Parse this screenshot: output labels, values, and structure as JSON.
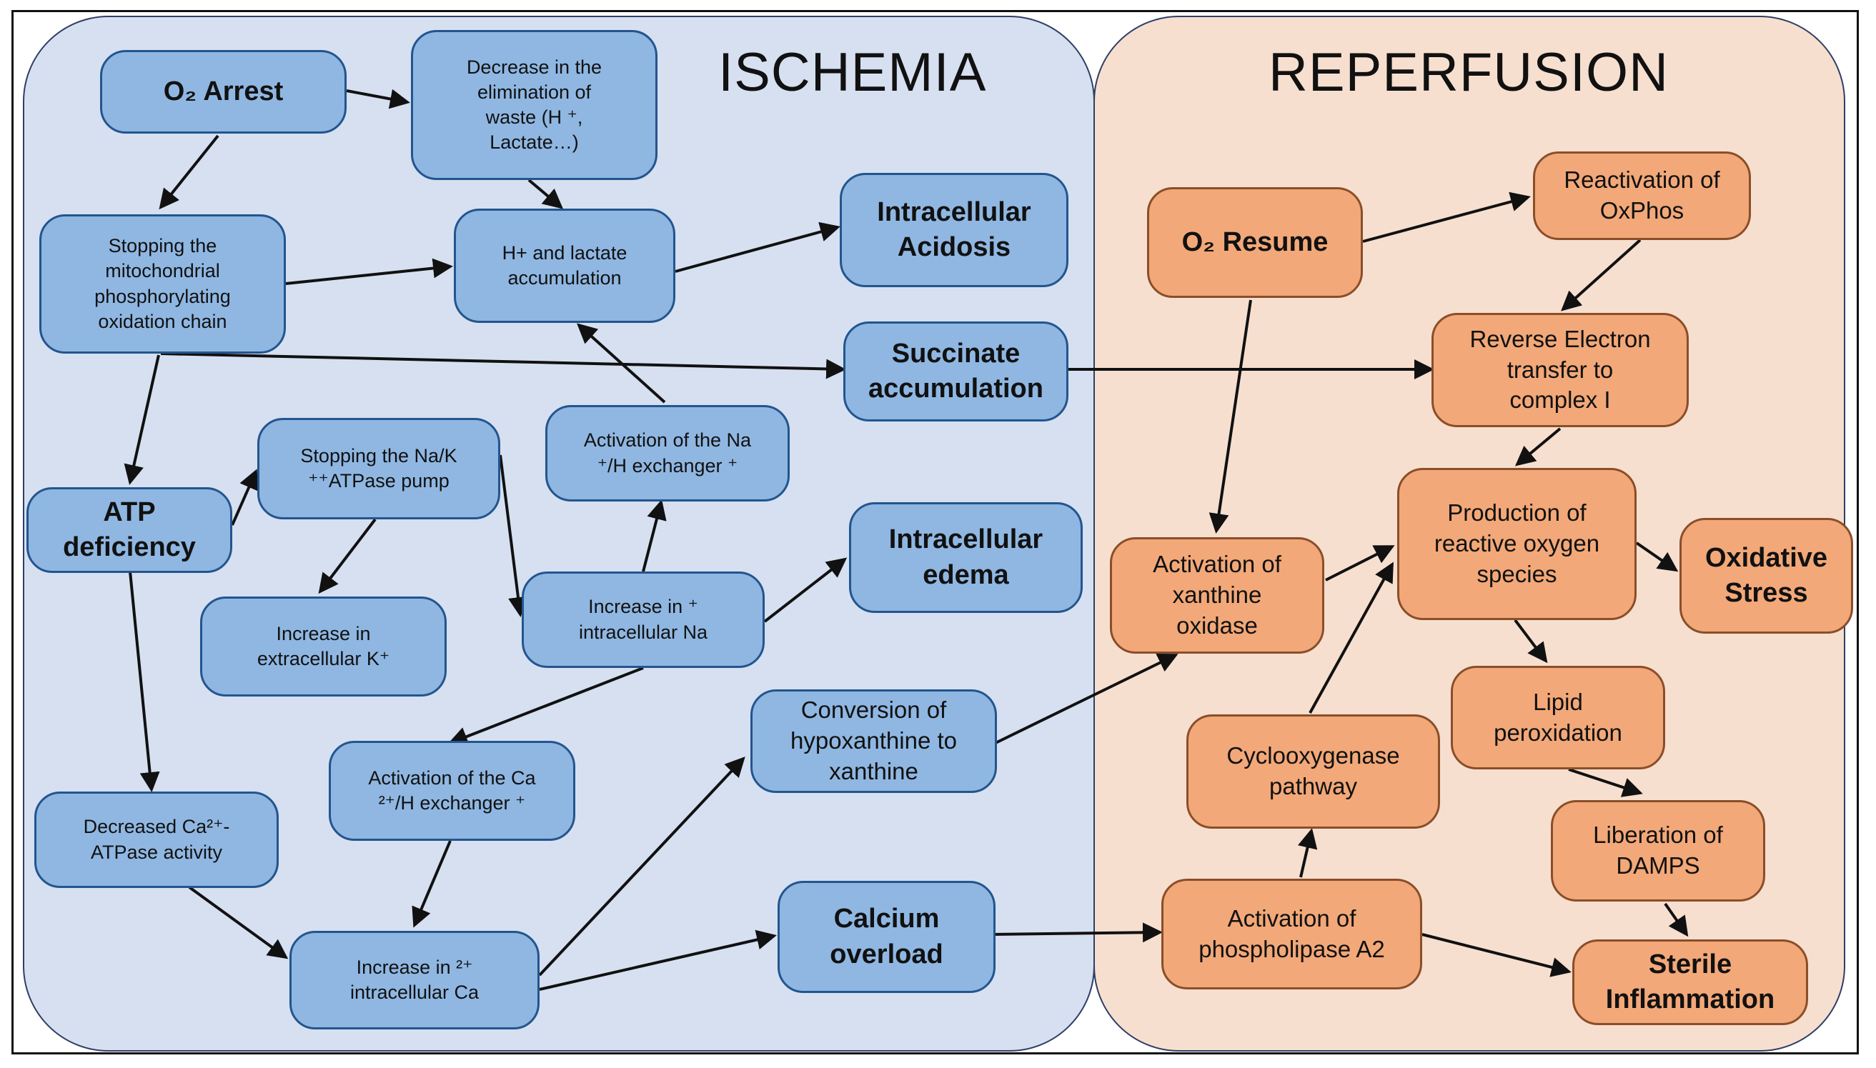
{
  "regions": {
    "ischemia": "ISCHEMIA",
    "reperfusion": "REPERFUSION"
  },
  "nodes": {
    "o2_arrest": "O₂ Arrest",
    "decrease_elimination": "Decrease in the\nelimination of\nwaste (H ⁺,\nLactate…)",
    "stopping_mito": "Stopping the\nmitochondrial\nphosphorylating\noxidation chain",
    "h_lactate": "H+ and lactate\naccumulation",
    "intracellular_acidosis": "Intracellular\nAcidosis",
    "succinate": "Succinate\naccumulation",
    "atp_deficiency": "ATP\ndeficiency",
    "stopping_nak": "Stopping the Na/K\n⁺⁺ATPase pump",
    "activation_nah": "Activation of the Na\n⁺/H exchanger ⁺",
    "intracellular_edema": "Intracellular\nedema",
    "increase_k": "Increase in\nextracellular K⁺",
    "increase_na": "Increase in ⁺\nintracellular Na",
    "decreased_ca_atpase": "Decreased Ca²⁺-\nATPase activity",
    "activation_cah": "Activation of the Ca\n²⁺/H exchanger ⁺",
    "conversion_hypoxanthine": "Conversion of\nhypoxanthine to\nxanthine",
    "increase_ca": "Increase in ²⁺\nintracellular Ca",
    "calcium_overload": "Calcium\noverload",
    "o2_resume": "O₂ Resume",
    "reactivation_oxphos": "Reactivation of\nOxPhos",
    "reverse_electron": "Reverse Electron\ntransfer to\ncomplex I",
    "xanthine_oxidase": "Activation of\nxanthine\noxidase",
    "ros_production": "Production of\nreactive oxygen\nspecies",
    "oxidative_stress": "Oxidative\nStress",
    "lipid_peroxidation": "Lipid\nperoxidation",
    "cyclooxygenase": "Cyclooxygenase\npathway",
    "damps": "Liberation of\nDAMPS",
    "phospholipase": "Activation of\nphospholipase A2",
    "sterile_inflammation": "Sterile\nInflammation"
  },
  "colors": {
    "ischemia_panel": "#d6e0f1",
    "reperfusion_panel": "#f7dfcf",
    "blue_node": "#8fb7e2",
    "orange_node": "#f2a878",
    "arrow": "#111111"
  }
}
